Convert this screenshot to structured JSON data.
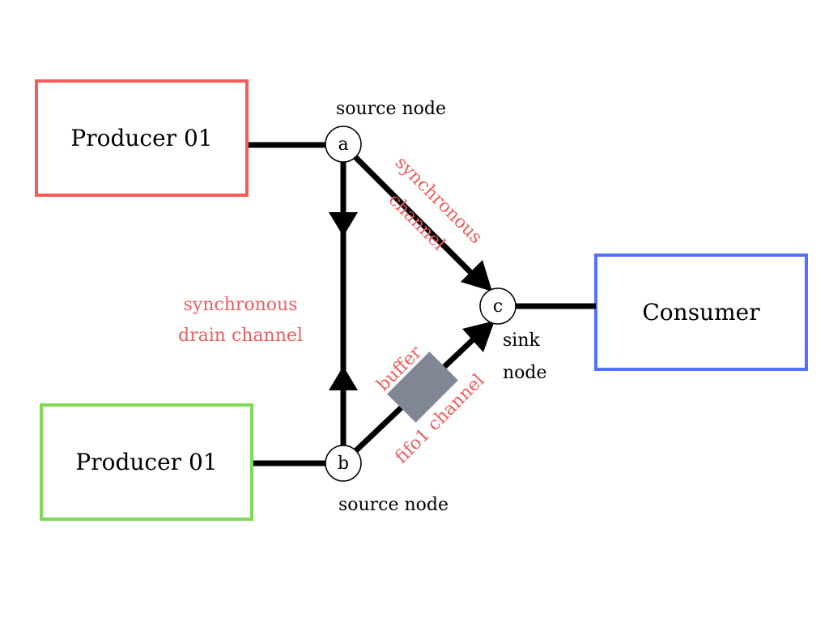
{
  "producers": [
    {
      "label": "Producer 01",
      "border_color": "#f25c5c"
    },
    {
      "label": "Producer 01",
      "border_color": "#7ed957"
    }
  ],
  "consumer": {
    "label": "Consumer",
    "border_color": "#5271ff"
  },
  "nodes": {
    "a": {
      "letter": "a",
      "caption": "source node"
    },
    "b": {
      "letter": "b",
      "caption": "source node"
    },
    "c": {
      "letter": "c",
      "caption_line1": "sink",
      "caption_line2": "node"
    }
  },
  "channels": {
    "sync": {
      "line1": "synchronous",
      "line2": "channel"
    },
    "drain": {
      "line1": "synchronous",
      "line2": "drain channel"
    },
    "fifo": {
      "buffer_label": "buffer",
      "label": "fifo1 channel"
    }
  },
  "colors": {
    "label": "#f25c5c",
    "buffer": "#808694",
    "edge": "#000000"
  }
}
